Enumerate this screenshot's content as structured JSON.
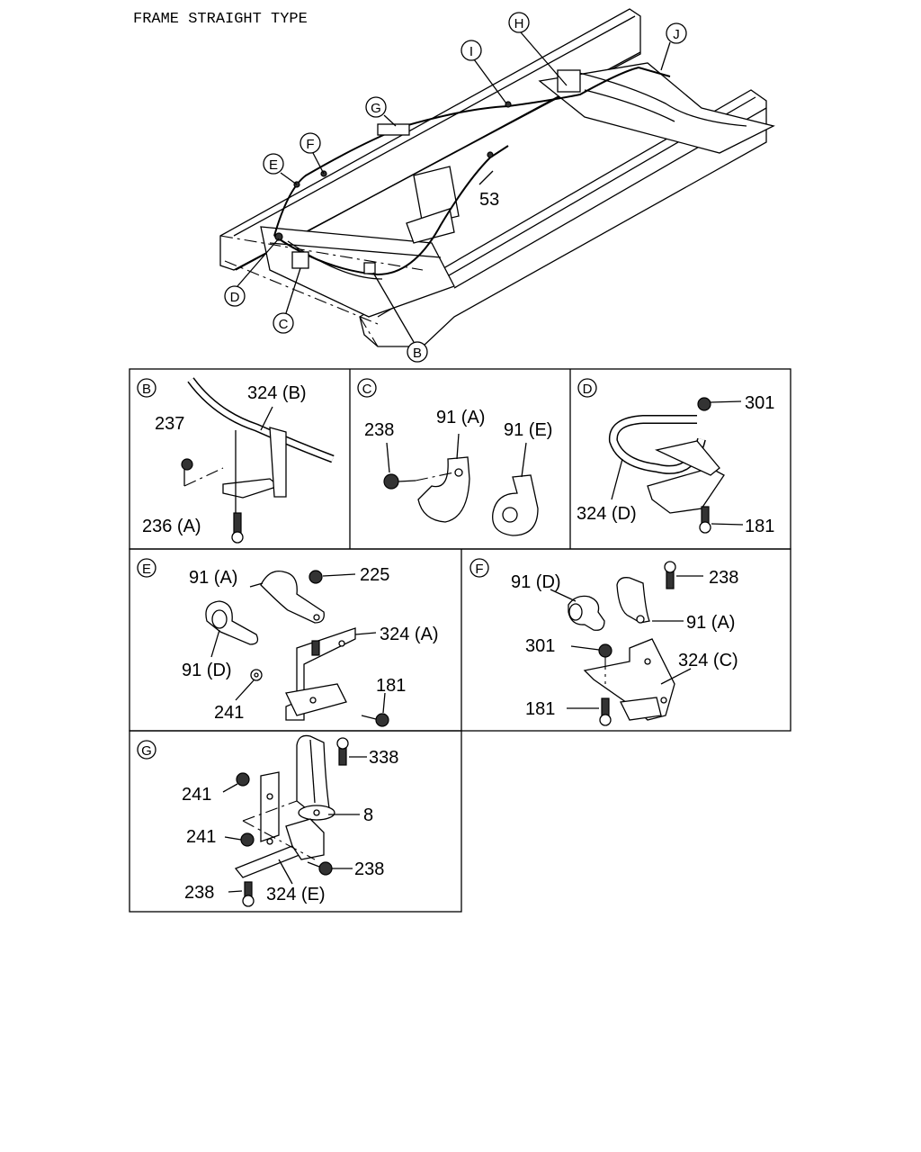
{
  "title": "FRAME STRAIGHT TYPE",
  "overview": {
    "callouts": [
      "B",
      "C",
      "D",
      "E",
      "F",
      "G",
      "H",
      "I",
      "J"
    ],
    "part_label": "53"
  },
  "panels": [
    {
      "id": "B",
      "labels": [
        "324 (B)",
        "237",
        "236 (A)"
      ]
    },
    {
      "id": "C",
      "labels": [
        "238",
        "91 (A)",
        "91 (E)"
      ]
    },
    {
      "id": "D",
      "labels": [
        "301",
        "324 (D)",
        "181"
      ]
    },
    {
      "id": "E",
      "labels": [
        "91 (A)",
        "225",
        "324 (A)",
        "91 (D)",
        "181",
        "241"
      ]
    },
    {
      "id": "F",
      "labels": [
        "91 (D)",
        "238",
        "91 (A)",
        "301",
        "324 (C)",
        "181"
      ]
    },
    {
      "id": "G",
      "labels": [
        "338",
        "241",
        "8",
        "241",
        "238",
        "238",
        "324 (E)"
      ]
    }
  ]
}
